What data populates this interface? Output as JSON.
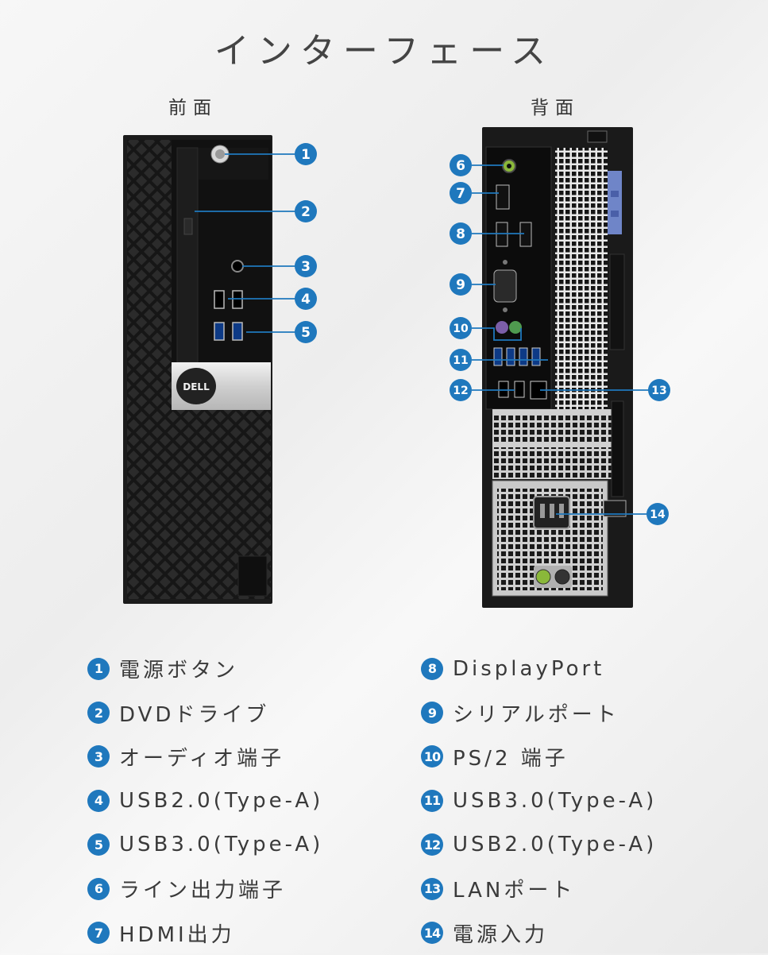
{
  "page_title": "インターフェース",
  "front_label": "前面",
  "rear_label": "背面",
  "brand_logo": "DELL",
  "accent_color": "#1f78bd",
  "callouts_front": [
    "1",
    "2",
    "3",
    "4",
    "5"
  ],
  "callouts_rear": [
    "6",
    "7",
    "8",
    "9",
    "10",
    "11",
    "12",
    "13",
    "14"
  ],
  "legend_left": [
    {
      "num": "1",
      "label": "電源ボタン"
    },
    {
      "num": "2",
      "label": "DVDドライブ"
    },
    {
      "num": "3",
      "label": "オーディオ端子"
    },
    {
      "num": "4",
      "label": "USB2.0(Type-A)"
    },
    {
      "num": "5",
      "label": "USB3.0(Type-A)"
    },
    {
      "num": "6",
      "label": "ライン出力端子"
    },
    {
      "num": "7",
      "label": "HDMI出力"
    }
  ],
  "legend_right": [
    {
      "num": "8",
      "label": "DisplayPort"
    },
    {
      "num": "9",
      "label": "シリアルポート"
    },
    {
      "num": "10",
      "label": "PS/2 端子"
    },
    {
      "num": "11",
      "label": "USB3.0(Type-A)"
    },
    {
      "num": "12",
      "label": "USB2.0(Type-A)"
    },
    {
      "num": "13",
      "label": "LANポート"
    },
    {
      "num": "14",
      "label": "電源入力"
    }
  ]
}
